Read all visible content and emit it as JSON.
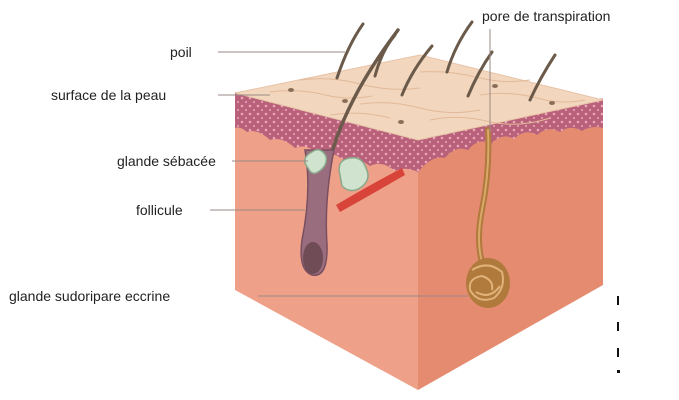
{
  "labels": {
    "poil": "poil",
    "surface": "surface de la peau",
    "pore": "pore de transpiration",
    "glande_sebacee": "glande sébacée",
    "follicule": "follicule",
    "glande_sudoripare": "glande sudoripare eccrine"
  },
  "colors": {
    "skin_top": "#f2d6be",
    "skin_front": "#eea088",
    "skin_right": "#e48b70",
    "dermis_band": "#b3566f",
    "hair": "#6b5a4a",
    "follicle": "#9a6d7e",
    "gland": "#b07a3c",
    "leader_line": "#9a8a86"
  }
}
